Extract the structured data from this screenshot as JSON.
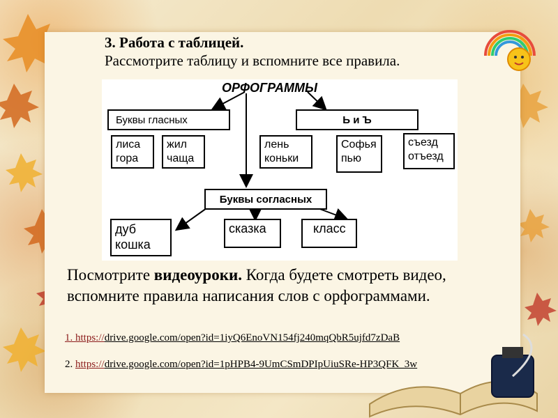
{
  "heading": {
    "number": "3",
    "title": ". Работа с таблицей.",
    "subtitle": "Рассмотрите таблицу и вспомните все правила."
  },
  "table": {
    "title": "ОРФОГРАММЫ",
    "vowels_header": "Буквы гласных",
    "signs_header": "Ь и Ъ",
    "consonants_header": "Буквы согласных",
    "vowel_words_1": [
      "лиса",
      "гора"
    ],
    "vowel_words_2": [
      "жил",
      "чаща"
    ],
    "sign_words_1": [
      "лень",
      "коньки"
    ],
    "sign_words_2": [
      "Софья",
      "пью"
    ],
    "sign_words_3": [
      "съезд",
      "отъезд"
    ],
    "cons_words_1": [
      "дуб",
      "кошка"
    ],
    "cons_words_2": [
      "сказка"
    ],
    "cons_words_3": [
      "класс"
    ]
  },
  "video": {
    "prefix": "Посмотрите ",
    "bold": "видеоуроки.",
    "rest": " Когда будете смотреть видео, вспомните правила написания слов с орфограммами."
  },
  "links": [
    {
      "num": "1. ",
      "proto": "https://",
      "rest": "drive.google.com/open?id=1iyQ6EnoVN154fj240mqQbR5ujfd7zDaB"
    },
    {
      "num": "2. ",
      "proto": "https://",
      "rest": "drive.google.com/open?id=1pHPB4-9UmCSmDPIpUiuSRe-HP3QFK_3w"
    }
  ]
}
